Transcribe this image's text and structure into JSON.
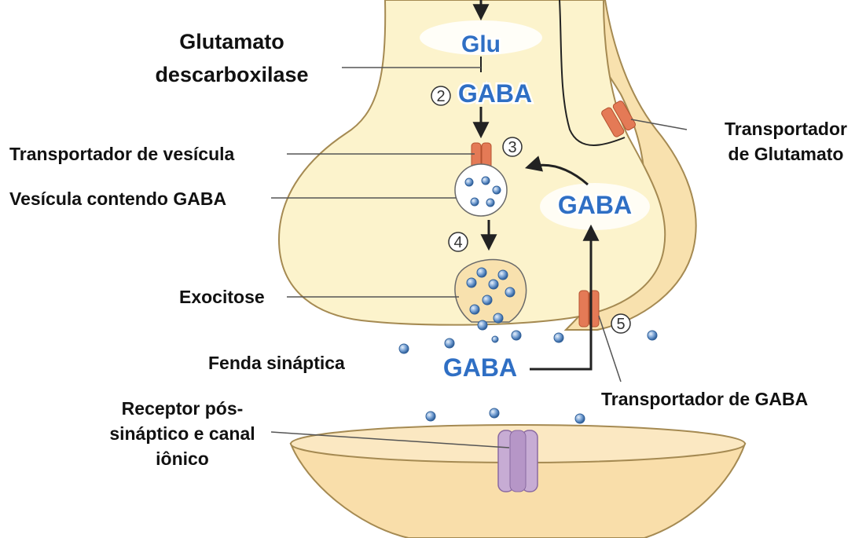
{
  "labels": {
    "enzyme": [
      "Glutamato",
      "descarboxilase"
    ],
    "vesicle_transporter": "Transportador de vesícula",
    "vesicle_gaba": "Vesícula contendo GABA",
    "exocytosis": "Exocitose",
    "cleft": "Fenda sináptica",
    "receptor": [
      "Receptor pós-",
      "sináptico e canal",
      "iônico"
    ],
    "glu_transporter": [
      "Transportador",
      "de Glutamato"
    ],
    "gaba_transporter": "Transportador de GABA"
  },
  "molecules": {
    "glu": "Glu",
    "gaba_synth": "GABA",
    "gaba_cytosol": "GABA",
    "gaba_cleft": "GABA"
  },
  "steps": [
    "2",
    "3",
    "4",
    "5"
  ],
  "colors": {
    "neuron_fill": "#fcf3cc",
    "neuron_stroke": "#a58a52",
    "glia_fill": "#f8e1ae",
    "post_fill": "#f9deaa",
    "transporter": "#e47a56",
    "receptor": "#c7acd4",
    "molecule_text": "#2f6fc4",
    "gaba_dot": "#6f9bd0"
  }
}
